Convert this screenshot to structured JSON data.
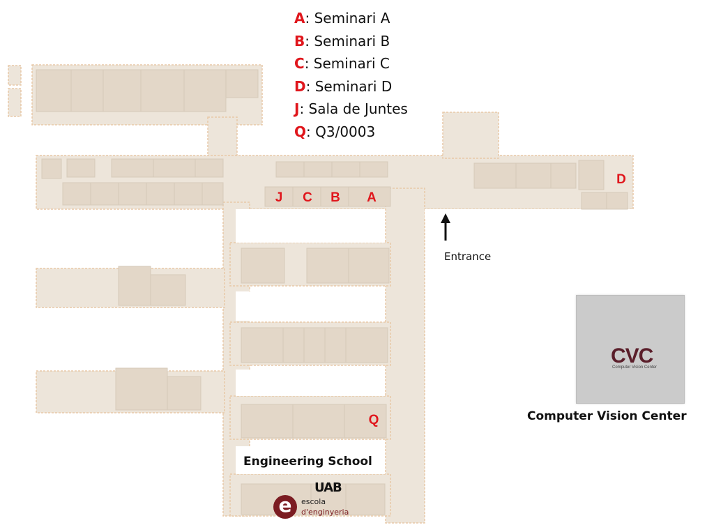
{
  "legend": [
    {
      "key": "A",
      "text": ": Seminari A"
    },
    {
      "key": "B",
      "text": ": Seminari B"
    },
    {
      "key": "C",
      "text": ": Seminari C"
    },
    {
      "key": "D",
      "text": ": Seminari D"
    },
    {
      "key": "J",
      "text": ": Sala de Juntes"
    },
    {
      "key": "Q",
      "text": ": Q3/0003"
    }
  ],
  "room_labels": {
    "a": "A",
    "b": "B",
    "c": "C",
    "d": "D",
    "j": "J",
    "q": "Q"
  },
  "entrance": "Entrance",
  "cvc": {
    "logo_text": "CVC",
    "logo_subtext": "Computer Vision Center",
    "caption": "Computer Vision Center"
  },
  "engineering": {
    "caption": "Engineering School",
    "uab": "UAB",
    "escola_line1": "escola",
    "escola_line2": "d'enginyeria"
  },
  "colors": {
    "accent": "#e0161c",
    "floor": "#ede5da",
    "rooms": "#e3d7c8",
    "room_stroke": "#d6cab9",
    "cvc_box": "#cbcbcb"
  }
}
